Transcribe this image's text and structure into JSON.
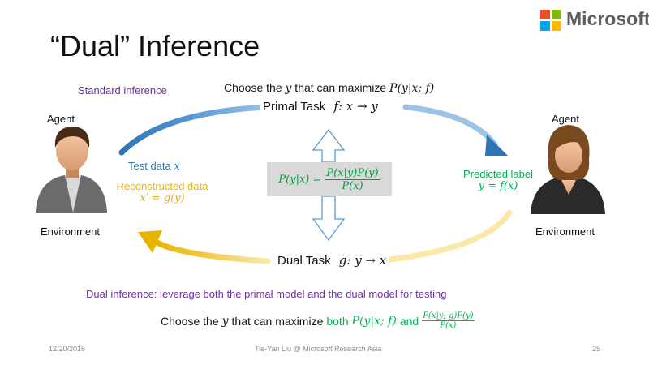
{
  "slide": {
    "title": "“Dual” Inference",
    "brand": "Microsoft"
  },
  "labels": {
    "standard_inference": "Standard inference",
    "choose_top_prefix": "Choose the ",
    "choose_top_var": "y",
    "choose_top_mid": " that can maximize ",
    "choose_top_expr": "P(y|x; f)",
    "primal_task_label": "Primal Task",
    "primal_task_expr": "f:  x → y",
    "dual_task_label": "Dual Task",
    "dual_task_expr": "g: y → x",
    "agent_left": "Agent",
    "agent_right": "Agent",
    "environment_left": "Environment",
    "environment_right": "Environment",
    "test_data_text": "Test data ",
    "test_data_var": "x",
    "reconstructed_data": "Reconstructed data",
    "reconstructed_expr": "x′ = g(y)",
    "predicted_label": "Predicted label",
    "predicted_expr": "y = f(x)",
    "bayes_lhs": "P(y|x) =",
    "bayes_num": "P(x|y)P(y)",
    "bayes_den": "P(x)",
    "dual_inference_note": "Dual inference: leverage both the primal model and the dual model for testing",
    "choose_bottom_prefix": "Choose the",
    "choose_bottom_var": "y",
    "choose_bottom_mid": "that can maximize",
    "choose_bottom_both": "both",
    "choose_bottom_expr1": "P(y|x; f)",
    "choose_bottom_and": "and",
    "choose_bottom_frac_num": "P(x|y; g)P(y)",
    "choose_bottom_frac_den": "P(x)"
  },
  "footer": {
    "date": "12/20/2016",
    "author": "Tie-Yan Liu @ Microsoft Research Asia",
    "page": "25"
  },
  "colors": {
    "primal_arrow": "#2e75b6",
    "dual_arrow": "#e8b400",
    "purple": "#7030a0",
    "green": "#00b050",
    "box": "#d9d9d9"
  },
  "icons": {
    "agent_left": "male-user-icon",
    "agent_right": "female-user-icon",
    "logo": "microsoft-logo-icon"
  }
}
